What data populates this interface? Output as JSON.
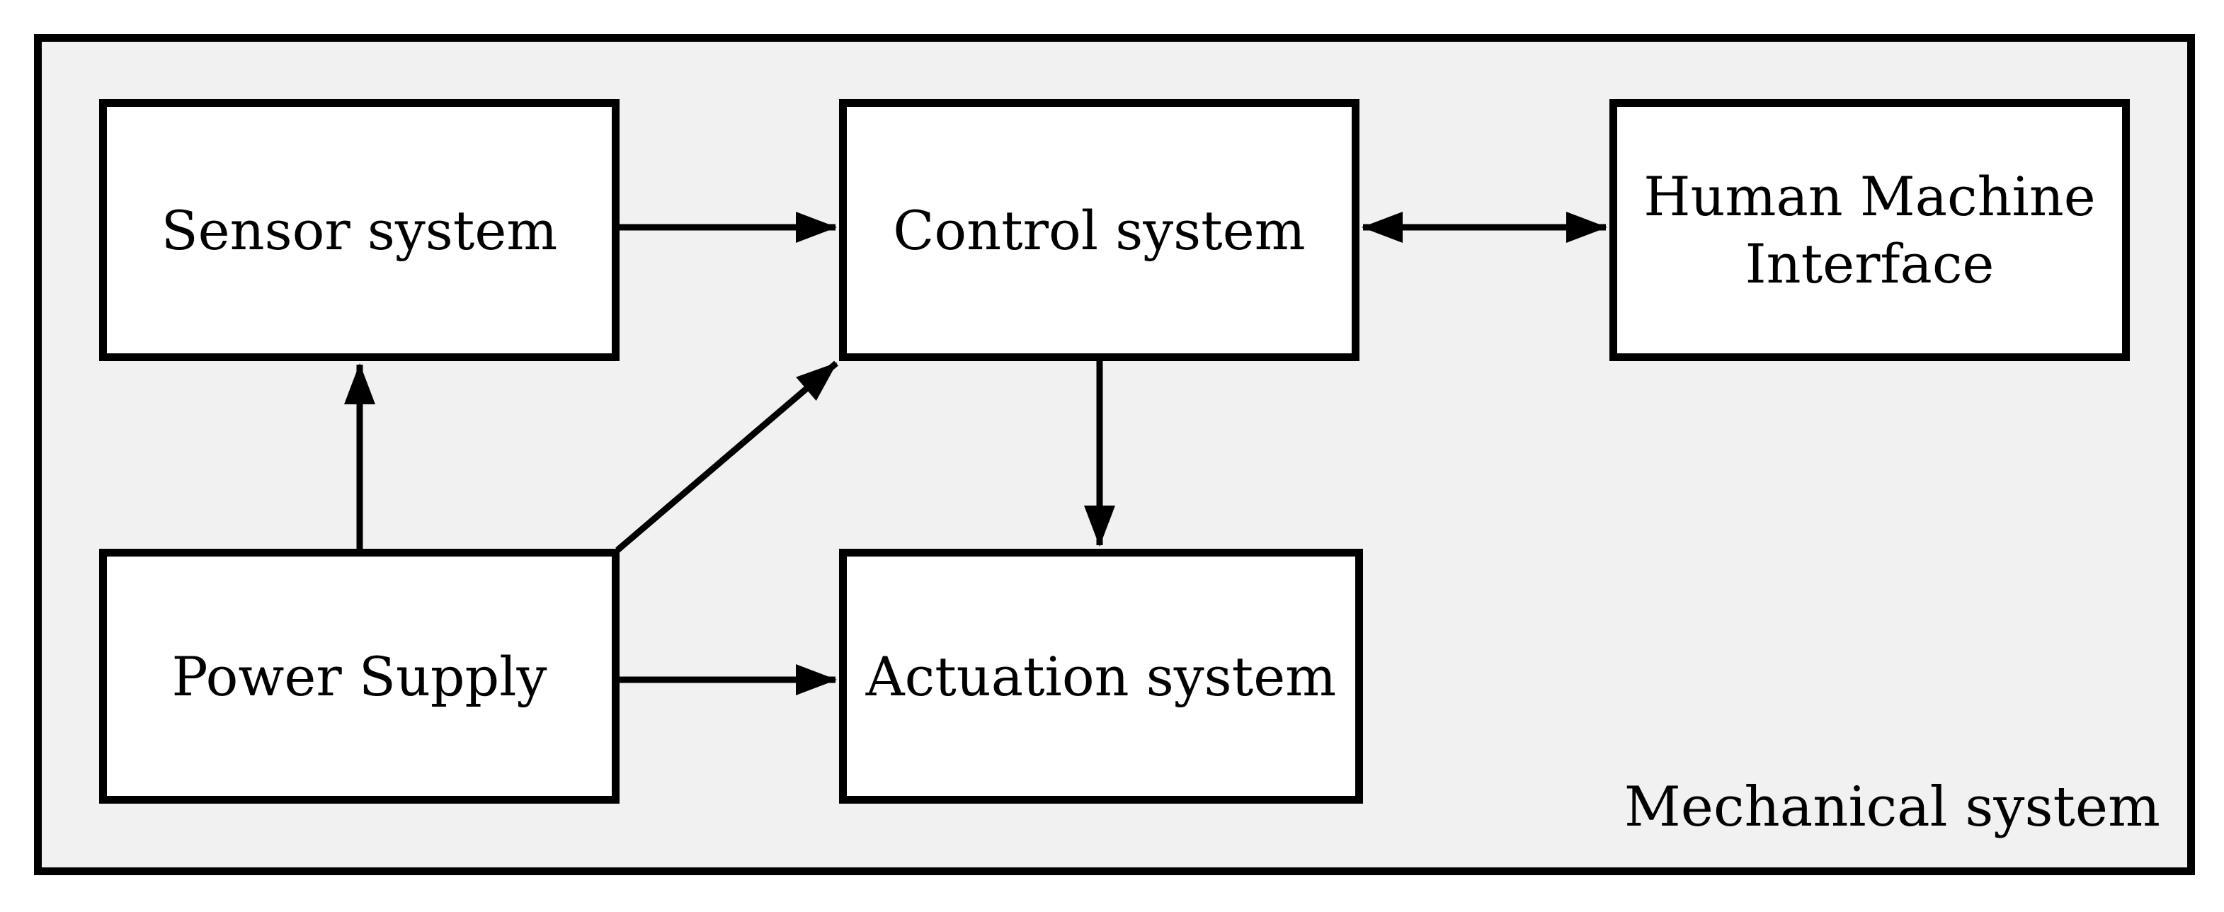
{
  "figure": {
    "container_label": "Mechanical system"
  },
  "nodes": {
    "sensor": {
      "label": "Sensor system"
    },
    "control": {
      "label": "Control system"
    },
    "hmi": {
      "label": "Human Machine Interface"
    },
    "power": {
      "label": "Power Supply"
    },
    "actuation": {
      "label": "Actuation system"
    }
  },
  "edges": [
    {
      "from": "Sensor system",
      "to": "Control system",
      "direction": "one-way"
    },
    {
      "from": "Control system",
      "to": "Human Machine Interface",
      "direction": "two-way"
    },
    {
      "from": "Power Supply",
      "to": "Sensor system",
      "direction": "one-way"
    },
    {
      "from": "Power Supply",
      "to": "Control system",
      "direction": "one-way"
    },
    {
      "from": "Power Supply",
      "to": "Actuation system",
      "direction": "one-way"
    },
    {
      "from": "Control system",
      "to": "Actuation system",
      "direction": "one-way"
    }
  ],
  "colors": {
    "outline": "#000000",
    "container_fill": "#f1f1f1",
    "node_fill": "#ffffff",
    "page_background": "#ffffff"
  }
}
